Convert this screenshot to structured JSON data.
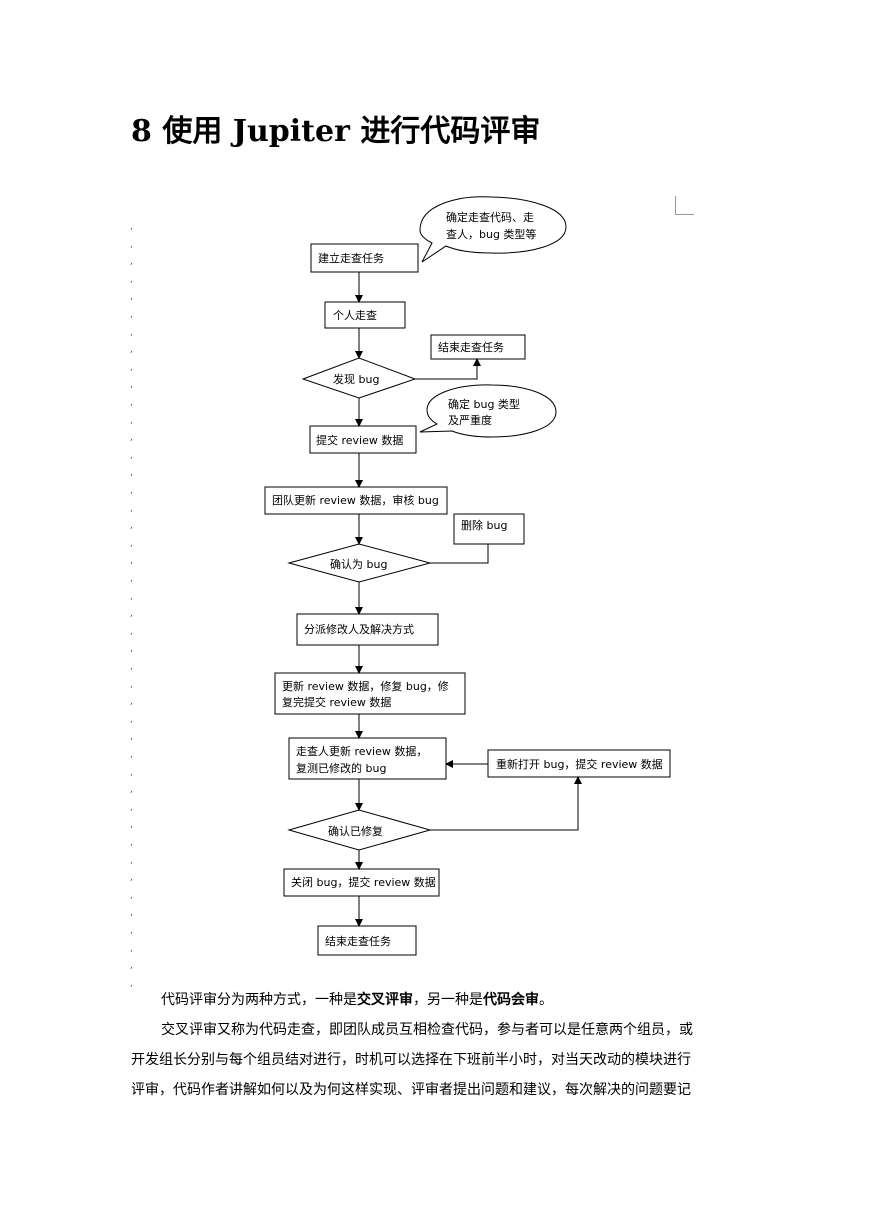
{
  "heading": "8 使用 Jupiter 进行代码评审",
  "flowchart": {
    "nodes": {
      "establish": "建立走查任务",
      "personal": "个人走查",
      "end_task_1": "结束走查任务",
      "found_bug": "发现 bug",
      "submit": "提交 review 数据",
      "team_update": "团队更新 review 数据，审核 bug",
      "delete_bug": "删除 bug",
      "confirm_bug": "确认为 bug",
      "assign": "分派修改人及解决方式",
      "fix_line1": "更新 review 数据，修复 bug，修",
      "fix_line2": "复完提交 review 数据",
      "retest_line1": "走查人更新 review 数据，",
      "retest_line2": "复测已修改的 bug",
      "reopen": "重新打开 bug，提交 review 数据",
      "confirm_fixed": "确认已修复",
      "close": "关闭 bug，提交 review 数据",
      "end_task_2": "结束走查任务"
    },
    "callouts": {
      "define_line1": "确定走查代码、走",
      "define_line2": "查人，bug 类型等",
      "severity_line1": "确定  bug  类型",
      "severity_line2": "及严重度"
    }
  },
  "paragraphs": {
    "p1": {
      "a": "代码评审分为两种方式，一种是",
      "b": "交叉评审",
      "c": "，另一种是",
      "d": "代码会审",
      "e": "。"
    },
    "p2": {
      "line1": "交叉评审又称为代码走查，即团队成员互相检查代码，参与者可以是任意两个组员，或",
      "line2": "开发组长分别与每个组员结对进行，时机可以选择在下班前半小时，对当天改动的模块进行",
      "line3": "评审，代码作者讲解如何以及为何这样实现、评审者提出问题和建议，每次解决的问题要记"
    }
  }
}
